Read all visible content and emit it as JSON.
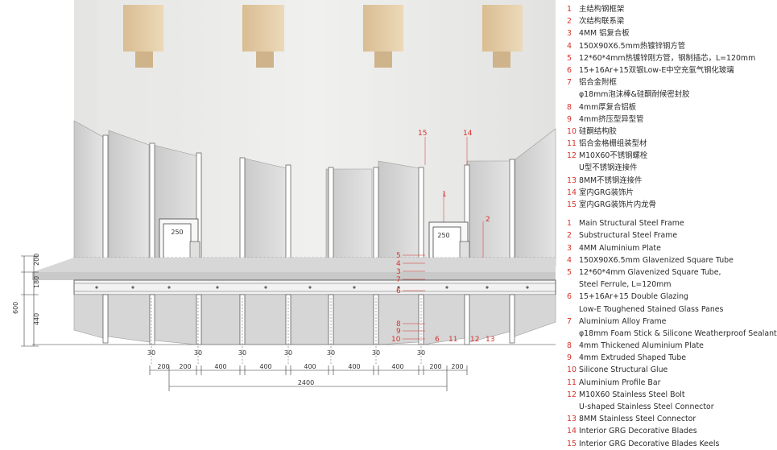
{
  "legend_zh": [
    {
      "num": "1",
      "text": "主结构钢框架"
    },
    {
      "num": "2",
      "text": "次结构联系梁"
    },
    {
      "num": "3",
      "text": "4MM 铝复合板"
    },
    {
      "num": "4",
      "text": "150X90X6.5mm热镀锌钢方管"
    },
    {
      "num": "5",
      "text": "12*60*4mm热镀锌刚方管，钢制插芯，L=120mm"
    },
    {
      "num": "6",
      "text": "15+16Ar+15双银Low-E中空充氩气钢化玻璃"
    },
    {
      "num": "7",
      "text": "铝合金附框"
    },
    {
      "num": "",
      "text": "φ18mm泡沫棒&硅酮耐候密封胶"
    },
    {
      "num": "8",
      "text": "4mm厚复合铝板"
    },
    {
      "num": "9",
      "text": "4mm挤压型异型管"
    },
    {
      "num": "10",
      "text": "硅酮结构胶"
    },
    {
      "num": "11",
      "text": "铝合金格栅组装型材"
    },
    {
      "num": "12",
      "text": "M10X60不锈钢螺栓"
    },
    {
      "num": "",
      "text": "U型不锈钢连接件"
    },
    {
      "num": "13",
      "text": "8MM不锈钢连接件"
    },
    {
      "num": "14",
      "text": "室内GRG装饰片"
    },
    {
      "num": "15",
      "text": "室内GRG装饰片内龙骨"
    }
  ],
  "legend_en": [
    {
      "num": "1",
      "text": "Main Structural Steel Frame"
    },
    {
      "num": "2",
      "text": "Substructural Steel Frame"
    },
    {
      "num": "3",
      "text": "4MM Aluminium Plate"
    },
    {
      "num": "4",
      "text": "150X90X6.5mm Glavenized Square Tube"
    },
    {
      "num": "5",
      "text": "12*60*4mm Glavenized Square Tube,"
    },
    {
      "num": "",
      "text": "Steel Ferrule, L=120mm"
    },
    {
      "num": "6",
      "text": "15+16Ar+15 Double Glazing"
    },
    {
      "num": "",
      "text": "Low-E Toughened Stained Glass Panes"
    },
    {
      "num": "7",
      "text": "Aluminium Alloy Frame"
    },
    {
      "num": "",
      "text": "φ18mm Foam Stick & Silicone Weatherproof Sealant"
    },
    {
      "num": "8",
      "text": "4mm Thickened Aluminium Plate"
    },
    {
      "num": "9",
      "text": "4mm Extruded Shaped Tube"
    },
    {
      "num": "10",
      "text": "Silicone Structural Glue"
    },
    {
      "num": "11",
      "text": "Aluminium Profile Bar"
    },
    {
      "num": "12",
      "text": "M10X60 Stainless Steel Bolt"
    },
    {
      "num": "",
      "text": "U-shaped Stainless Steel Connector"
    },
    {
      "num": "13",
      "text": "8MM Stainless Steel Connector"
    },
    {
      "num": "14",
      "text": "Interior GRG Decorative Blades"
    },
    {
      "num": "15",
      "text": "Interior GRG Decorative Blades Keels"
    }
  ],
  "callouts": {
    "top_left": "15",
    "top_right": "14",
    "c1": "1",
    "c2": "2",
    "c3": "3",
    "c4": "4",
    "c5": "5",
    "c7": "7",
    "c6a": "6",
    "c8": "8",
    "c9": "9",
    "c10": "10",
    "c6b": "6",
    "c11": "11",
    "c12": "12",
    "c13": "13"
  },
  "box_labels": {
    "left": "250",
    "right": "250"
  },
  "vertical_dims": {
    "d200": "200",
    "d180": "180",
    "d440": "440",
    "d600": "600"
  },
  "horizontal_dims": {
    "gaps": [
      "30",
      "30",
      "30",
      "30",
      "30",
      "30",
      "30"
    ],
    "spans": [
      "200",
      "200",
      "400",
      "400",
      "400",
      "400",
      "400",
      "200",
      "200"
    ],
    "total": "2400"
  },
  "colors": {
    "callout": "#d6332d",
    "wood": "#e7d2b0",
    "glass": "#d9d9d9",
    "plaster": "#ececec"
  }
}
